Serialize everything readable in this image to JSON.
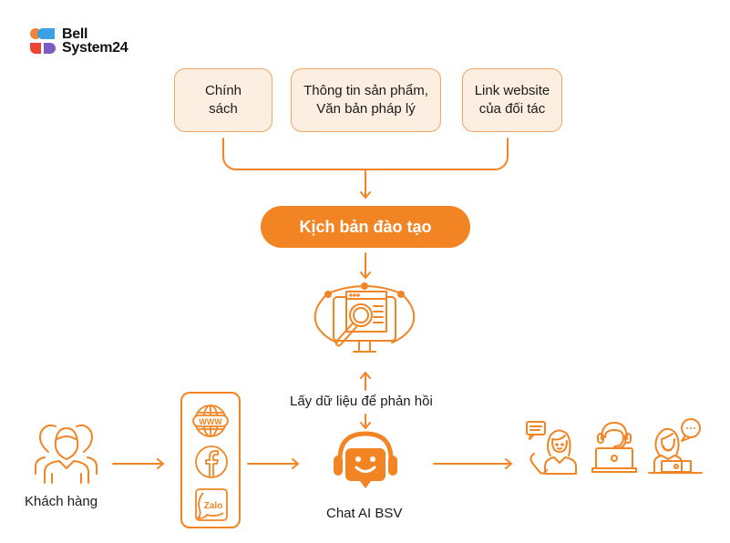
{
  "brand": {
    "name_line1": "Bell",
    "name_line2": "System24",
    "colors": {
      "orange": "#f5823a",
      "blue": "#3aa0e6",
      "red": "#ee4436",
      "purple": "#7b5cc4"
    }
  },
  "colors": {
    "accent": "#f28423",
    "box_fill": "#fdeee2",
    "box_border": "#f5a463",
    "text": "#1a1a1a"
  },
  "sources": [
    {
      "line1": "Chính",
      "line2": "sách"
    },
    {
      "line1": "Thông tin sản phẩm,",
      "line2": "Văn bản pháp lý"
    },
    {
      "line1": "Link website",
      "line2": "của đối tác"
    }
  ],
  "training": {
    "label": "Kịch bản đào tạo"
  },
  "data_search": {
    "icon": "monitor-search-icon",
    "label": "Lấy dữ liệu để phản hồi"
  },
  "customer": {
    "icon": "customer-group-icon",
    "label": "Khách hàng"
  },
  "channels": [
    {
      "name": "website",
      "icon": "www-globe-icon",
      "text": "WWW"
    },
    {
      "name": "facebook",
      "icon": "facebook-icon",
      "text": "f"
    },
    {
      "name": "zalo",
      "icon": "zalo-icon",
      "text": "Zalo"
    }
  ],
  "chatbot": {
    "icon": "chatbot-headset-icon",
    "label": "Chat AI BSV"
  },
  "agents": [
    {
      "icon": "agent-phone-icon"
    },
    {
      "icon": "agent-laptop-headset-icon"
    },
    {
      "icon": "agent-chat-laptop-icon"
    }
  ]
}
